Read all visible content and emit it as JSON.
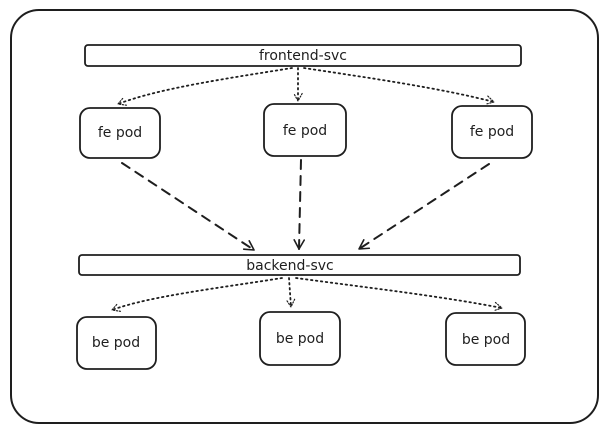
{
  "diagram": {
    "frontend_service": {
      "label": "frontend-svc"
    },
    "backend_service": {
      "label": "backend-svc"
    },
    "frontend_pods": [
      {
        "label": "fe pod"
      },
      {
        "label": "fe pod"
      },
      {
        "label": "fe pod"
      }
    ],
    "backend_pods": [
      {
        "label": "be pod"
      },
      {
        "label": "be pod"
      },
      {
        "label": "be pod"
      }
    ]
  },
  "colors": {
    "stroke": "#1e1e1e",
    "background": "#ffffff"
  }
}
